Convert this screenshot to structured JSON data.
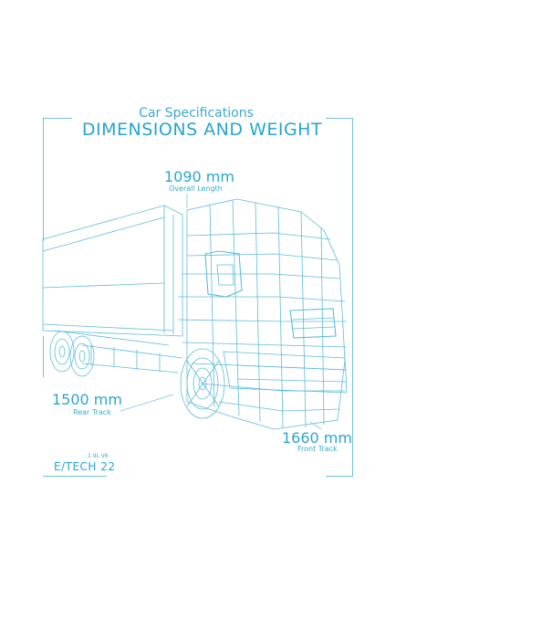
{
  "header": {
    "subtitle": "Car Specifications",
    "title": "DIMENSIONS AND WEIGHT"
  },
  "measurements": {
    "overall_length": {
      "value": "1090 mm",
      "label": "Overall Length"
    },
    "rear_track": {
      "value": "1500 mm",
      "label": "Rear Track"
    },
    "front_track": {
      "value": "1660 mm",
      "label": "Front Track"
    }
  },
  "footer": {
    "engine": "1.9L V6",
    "brand": "E/TECH 22"
  },
  "colors": {
    "accent": "#2ea8cc",
    "frame": "#6fc3dd",
    "wireframe": "#5cbcdb"
  },
  "icons": {
    "illustration": "truck-wireframe-icon"
  }
}
